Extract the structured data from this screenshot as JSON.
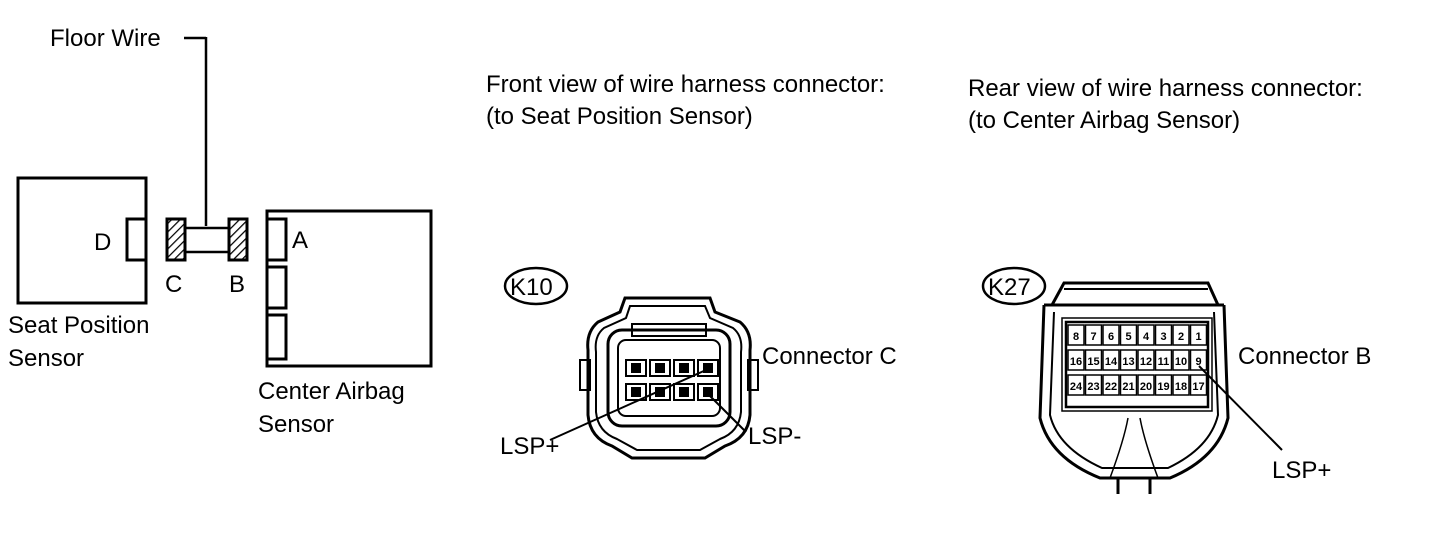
{
  "labels": {
    "floor_wire": "Floor Wire",
    "seat_position_sensor_line1": "Seat Position",
    "seat_position_sensor_line2": "Sensor",
    "center_airbag_sensor_line1": "Center Airbag",
    "center_airbag_sensor_line2": "Sensor",
    "terminal_d": "D",
    "terminal_c": "C",
    "terminal_b": "B",
    "terminal_a": "A"
  },
  "front_view": {
    "title_line1": "Front view of wire harness connector:",
    "title_line2": "(to Seat Position Sensor)",
    "connector_id": "K10",
    "connector_name": "Connector C",
    "pin_lsp_plus": "LSP+",
    "pin_lsp_minus": "LSP-"
  },
  "rear_view": {
    "title_line1": "Rear view of wire harness connector:",
    "title_line2": "(to Center Airbag Sensor)",
    "connector_id": "K27",
    "connector_name": "Connector B",
    "pin_lsp_plus": "LSP+",
    "pin_rows": [
      [
        "8",
        "7",
        "6",
        "5",
        "4",
        "3",
        "2",
        "1"
      ],
      [
        "16",
        "15",
        "14",
        "13",
        "12",
        "11",
        "10",
        "9"
      ],
      [
        "24",
        "23",
        "22",
        "21",
        "20",
        "19",
        "18",
        "17"
      ]
    ]
  }
}
